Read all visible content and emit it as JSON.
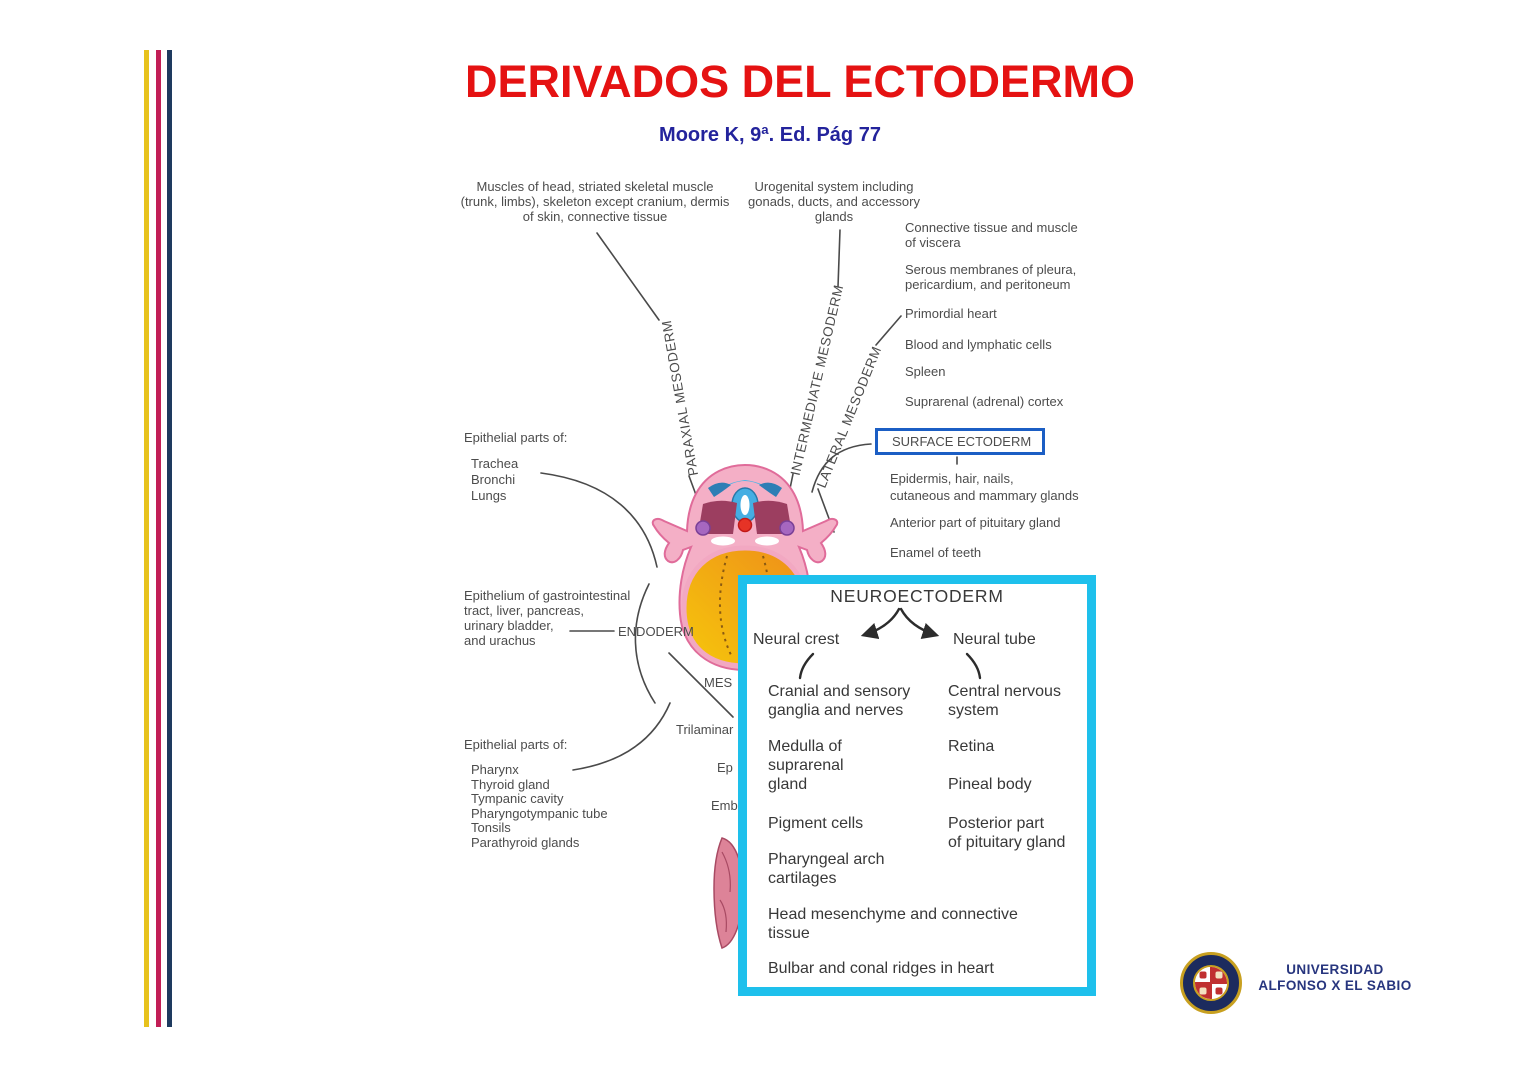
{
  "slide": {
    "title": "DERIVADOS DEL ECTODERMO",
    "subtitle": "Moore K, 9ª. Ed. Pág 77"
  },
  "colors": {
    "title-red": "#e51212",
    "subtitle-blue": "#23239c",
    "diagram-text": "#4c4c4c",
    "surface-box-blue": "#1b5ec4",
    "neuro-cyan": "#1ec0ec",
    "stripe-yellow": "#e7c21d",
    "stripe-crimson": "#c21e56",
    "stripe-navy": "#1e3a5f",
    "logo-navy": "#27357e"
  },
  "diagram": {
    "somite_block": "Muscles of head, striated skeletal muscle\n(trunk, limbs), skeleton except cranium, dermis\nof skin, connective tissue",
    "urogenital_block": "Urogenital system including\ngonads, ducts, and accessory\nglands",
    "lateral_items": [
      "Connective tissue and muscle\nof viscera",
      "Serous membranes of pleura,\npericardium, and peritoneum",
      "Primordial heart",
      "Blood and lymphatic cells",
      "Spleen",
      "Suprarenal (adrenal) cortex"
    ],
    "surface": {
      "label": "SURFACE ECTODERM",
      "items": [
        "Epidermis, hair, nails,\ncutaneous and mammary glands",
        "Anterior part of pituitary gland",
        "Enamel of teeth"
      ]
    },
    "respiratory": {
      "heading": "Epithelial parts of:",
      "items_text": "Trachea\nBronchi\nLungs"
    },
    "mesoderm_labels": {
      "paraxial": "PARAXIAL MESODERM",
      "intermediate": "INTERMEDIATE MESODERM",
      "lateral": "LATERAL MESODERM"
    },
    "endoderm": {
      "block": "Epithelium of gastrointestinal\ntract, liver, pancreas,\nurinary bladder,\nand urachus",
      "label": "ENDODERM"
    },
    "partials": {
      "mes": "MES",
      "trilaminar": "Trilaminar",
      "ep": "Ep",
      "emb": "Emb"
    },
    "pharyngeal": {
      "heading": "Epithelial parts of:",
      "items_text": "Pharynx\nThyroid gland\nTympanic cavity\nPharyngotympanic tube\nTonsils\nParathyroid glands"
    }
  },
  "neuroectoderm": {
    "title": "NEUROECTODERM",
    "left_branch": "Neural crest",
    "right_branch": "Neural tube",
    "left_items": [
      "Cranial and sensory\nganglia and nerves",
      "Medulla of\nsuprarenal\ngland",
      "Pigment cells",
      "Pharyngeal arch\ncartilages"
    ],
    "right_items": [
      "Central nervous\nsystem",
      "Retina",
      "Pineal body",
      "Posterior part\nof pituitary gland"
    ],
    "full_items": [
      "Head mesenchyme and connective\ntissue",
      "Bulbar and conal ridges in heart"
    ]
  },
  "logo": {
    "line1": "UNIVERSIDAD",
    "line2": "ALFONSO X EL SABIO"
  }
}
